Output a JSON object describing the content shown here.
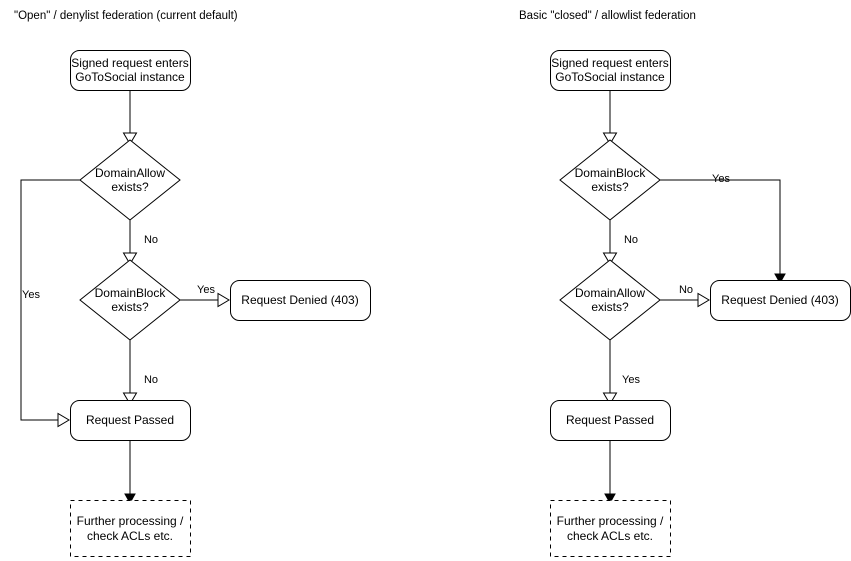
{
  "diagram": {
    "title_left": "\"Open\" / denylist federation (current default)",
    "title_right": "Basic \"closed\" / allowlist federation",
    "colors": {
      "stroke": "#000000",
      "fill": "#ffffff",
      "text": "#000000"
    },
    "panels": [
      {
        "id": "open-denylist",
        "title": "\"Open\" / denylist federation (current default)",
        "nodes": {
          "start_line1": "Signed request enters",
          "start_line2": "GoToSocial instance",
          "decision1_line1": "DomainAllow",
          "decision1_line2": "exists?",
          "decision2_line1": "DomainBlock",
          "decision2_line2": "exists?",
          "denied": "Request Denied (403)",
          "passed": "Request Passed",
          "further_line1": "Further processing /",
          "further_line2": "check ACLs etc."
        },
        "edge_labels": {
          "allow_yes": "Yes",
          "allow_no": "No",
          "block_yes": "Yes",
          "block_no": "No"
        }
      },
      {
        "id": "closed-allowlist",
        "title": "Basic \"closed\" / allowlist federation",
        "nodes": {
          "start_line1": "Signed request enters",
          "start_line2": "GoToSocial instance",
          "decision1_line1": "DomainBlock",
          "decision1_line2": "exists?",
          "decision2_line1": "DomainAllow",
          "decision2_line2": "exists?",
          "denied": "Request Denied (403)",
          "passed": "Request Passed",
          "further_line1": "Further processing /",
          "further_line2": "check ACLs etc."
        },
        "edge_labels": {
          "block_yes": "Yes",
          "block_no": "No",
          "allow_no": "No",
          "allow_yes": "Yes"
        }
      }
    ]
  }
}
